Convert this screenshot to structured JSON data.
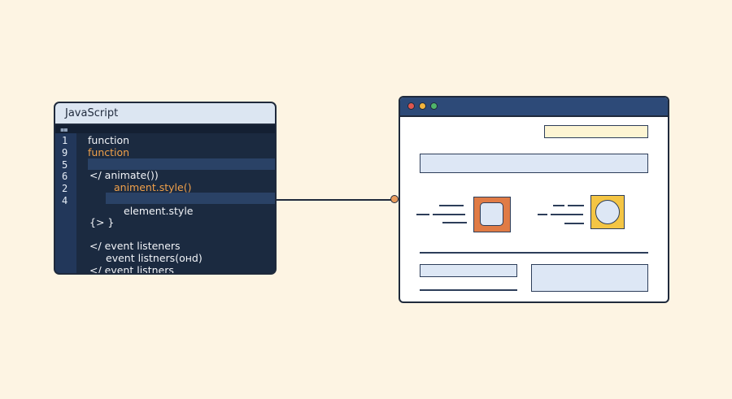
{
  "editor": {
    "title": "JavaScript",
    "subbar": "▪▪",
    "line_numbers": [
      "1",
      "9",
      "5",
      "6",
      "2",
      "4"
    ],
    "lines": [
      {
        "text": "function",
        "color": "white"
      },
      {
        "text": "function",
        "color": "orange"
      },
      {
        "text": "</ animate())",
        "color": "white"
      },
      {
        "text": "animent.style()",
        "color": "orange"
      },
      {
        "text": "element.style",
        "color": "white"
      },
      {
        "text": "{> }",
        "color": "white"
      },
      {
        "text": "</ event listeners",
        "color": "white"
      },
      {
        "text": "event listners(oнd)",
        "color": "white"
      },
      {
        "text": "</ event listners",
        "color": "white"
      }
    ]
  },
  "browser": {
    "traffic_lights": [
      "#e0574f",
      "#f2b43c",
      "#4fb56b"
    ],
    "colors": {
      "yellow_bar": "#fdf5d3",
      "blue_block": "#dde7f5",
      "orange_box": "#e07b45",
      "yellow_box": "#f4c544"
    }
  },
  "colors": {
    "background": "#fdf4e3",
    "editor_bg": "#1b2a40",
    "accent_orange": "#f0a04a",
    "connector_dot": "#e99b5c"
  }
}
